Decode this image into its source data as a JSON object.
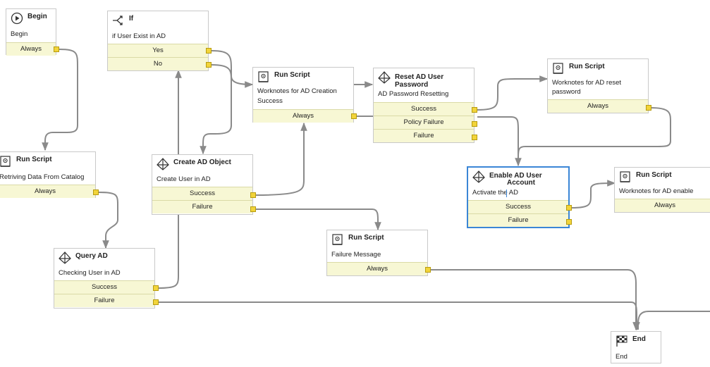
{
  "nodes": {
    "begin": {
      "title": "Begin",
      "desc": "Begin",
      "rows": [
        "Always"
      ]
    },
    "if": {
      "title": "If",
      "desc": "if User Exist in AD",
      "rows": [
        "Yes",
        "No"
      ]
    },
    "run_catalog": {
      "title": "Run Script",
      "desc": "Retriving Data From Catalog",
      "rows": [
        "Always"
      ]
    },
    "query_ad": {
      "title": "Query AD",
      "desc": "Checking User in AD",
      "rows": [
        "Success",
        "Failure"
      ]
    },
    "create_ad": {
      "title": "Create AD Object",
      "desc": "Create User in AD",
      "rows": [
        "Success",
        "Failure"
      ]
    },
    "run_creation": {
      "title": "Run Script",
      "desc1": "Worknotes for AD Creation",
      "desc2": "Success",
      "rows": [
        "Always"
      ]
    },
    "reset_pwd": {
      "title1": "Reset AD User",
      "title2": "Password",
      "desc": "AD Password Resetting",
      "rows": [
        "Success",
        "Policy Failure",
        "Failure"
      ]
    },
    "run_reset": {
      "title": "Run Script",
      "desc1": "Worknotes for AD reset",
      "desc2": "password",
      "rows": [
        "Always"
      ]
    },
    "enable_ad": {
      "title1": "Enable AD User",
      "title2": "Account",
      "desc": "Activate the AD",
      "rows": [
        "Success",
        "Failure"
      ]
    },
    "run_enable": {
      "title": "Run Script",
      "desc": "Worknotes for AD enable",
      "rows": [
        "Always"
      ]
    },
    "run_failure": {
      "title": "Run Script",
      "desc": "Failure Message",
      "rows": [
        "Always"
      ]
    },
    "end": {
      "title": "End",
      "desc": "End"
    }
  },
  "icons": {
    "begin": "play-circle-icon",
    "if": "branch-icon",
    "run_script": "script-scroll-icon",
    "ad_activity": "ad-pyramid-icon",
    "end": "checkered-flag-icon"
  },
  "colors": {
    "row_bg": "#f7f7d4",
    "port": "#f2d43a",
    "wire": "#8a8a8a",
    "selected": "#3b86d6"
  }
}
